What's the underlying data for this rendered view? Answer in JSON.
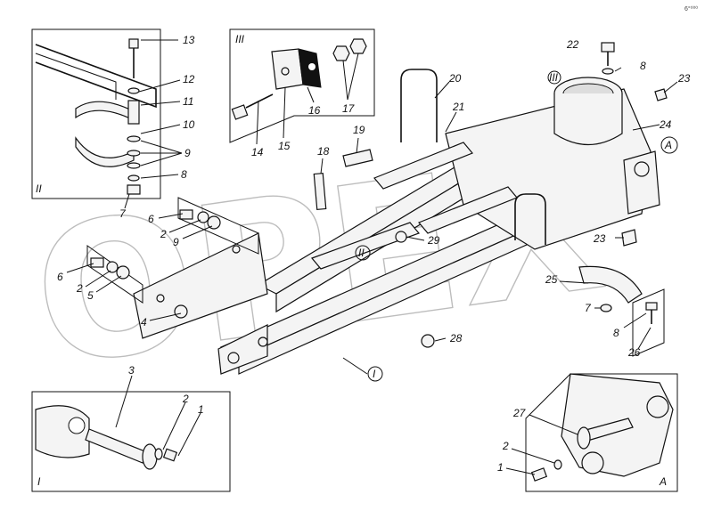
{
  "corner_mark": "6°⁰⁰⁰",
  "watermark": "OPEX",
  "panels": {
    "II": "II",
    "III": "III",
    "I": "I",
    "A": "A"
  },
  "callouts": {
    "p13": "13",
    "p12": "12",
    "p11": "11",
    "p10": "10",
    "p9a": "9",
    "p8a": "8",
    "p7a": "7",
    "p14": "14",
    "p15": "15",
    "p16": "16",
    "p17": "17",
    "p18": "18",
    "p19": "19",
    "p20": "20",
    "p21": "21",
    "p22": "22",
    "p8b": "8",
    "pIII": "III",
    "p23a": "23",
    "p24": "24",
    "pA": "A",
    "p6a": "6",
    "p2a": "2",
    "p9b": "9",
    "p6b": "6",
    "p2b": "2",
    "p5": "5",
    "p4": "4",
    "p29": "29",
    "pII": "II",
    "p23b": "23",
    "p25": "25",
    "p7b": "7",
    "p8c": "8",
    "p26": "26",
    "pI": "I",
    "p28": "28",
    "p3": "3",
    "p2c": "2",
    "p1a": "1",
    "p27": "27",
    "p2d": "2",
    "p1b": "1"
  }
}
